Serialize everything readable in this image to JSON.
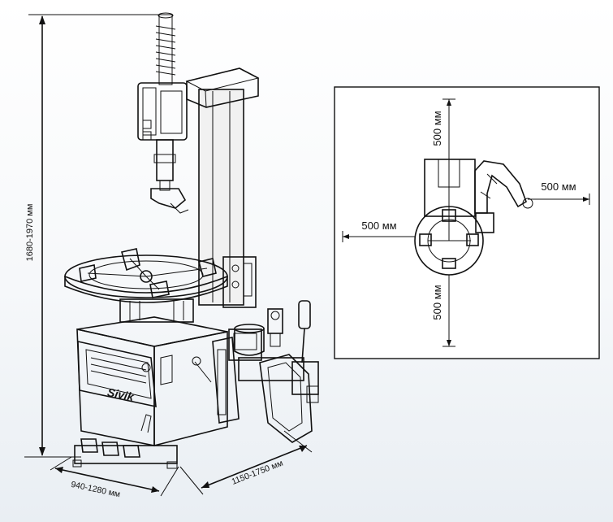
{
  "dimensions": {
    "height": "1680-1970 мм",
    "width": "940-1280 мм",
    "depth": "1150-1750 мм"
  },
  "brand": {
    "logo_text": "Sivik"
  },
  "clearance": {
    "top": "500 мм",
    "right": "500 мм",
    "left": "500 мм",
    "bottom": "500 мм"
  },
  "colors": {
    "line": "#111111",
    "background": "#f4f6f8"
  }
}
